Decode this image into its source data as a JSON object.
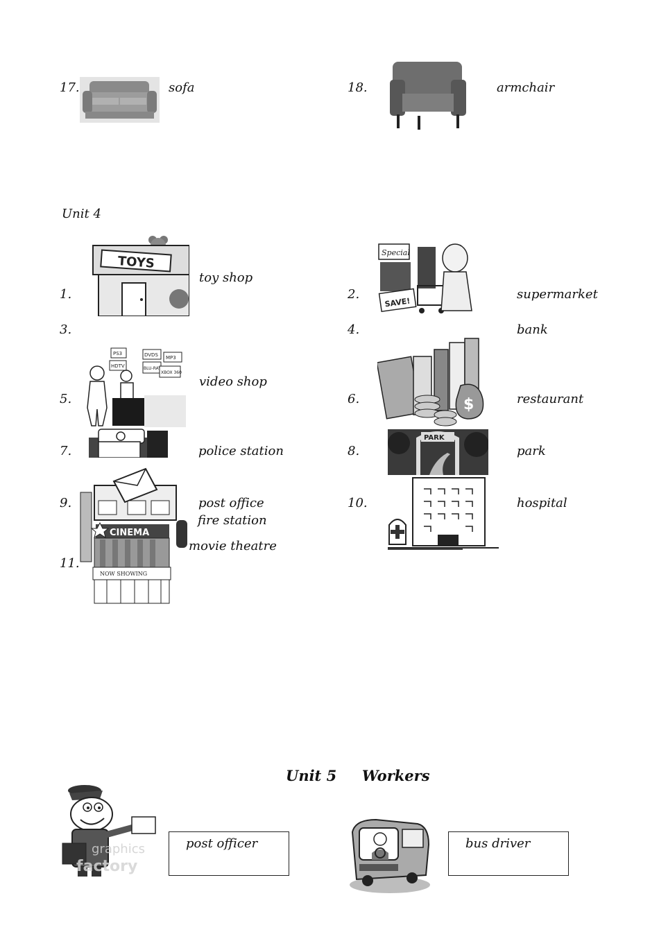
{
  "unit3_tail": {
    "items": [
      {
        "number": "17.",
        "label": "sofa"
      },
      {
        "number": "18.",
        "label": "armchair"
      }
    ]
  },
  "unit4": {
    "heading": "Unit 4",
    "numbers": [
      "1.",
      "2.",
      "3.",
      "4.",
      "5.",
      "6.",
      "7.",
      "8.",
      "9.",
      "10.",
      "11."
    ],
    "labels": {
      "toy_shop": "toy shop",
      "supermarket": "supermarket",
      "bank": "bank",
      "video_shop": "video shop",
      "restaurant": "restaurant",
      "police_station": "police station",
      "park": "park",
      "post_office": "post office",
      "fire_station": "fire station",
      "hospital": "hospital",
      "movie_theatre": "movie theatre"
    },
    "image_text": {
      "toys_sign": "TOYS",
      "special_sign": "Special",
      "save_sign": "SAVE!",
      "video_tags": [
        "PS3",
        "DVDS",
        "MP3",
        "HDTV",
        "BLU-RAY",
        "XBOX 360"
      ],
      "park_sign": "PARK",
      "cinema_sign": "CINEMA",
      "now_showing": "NOW SHOWING"
    }
  },
  "unit5": {
    "heading_unit": "Unit 5",
    "heading_title": "Workers",
    "boxes": [
      {
        "label": "post officer"
      },
      {
        "label": "bus driver"
      }
    ],
    "watermark": [
      "graphics",
      "factory"
    ]
  }
}
